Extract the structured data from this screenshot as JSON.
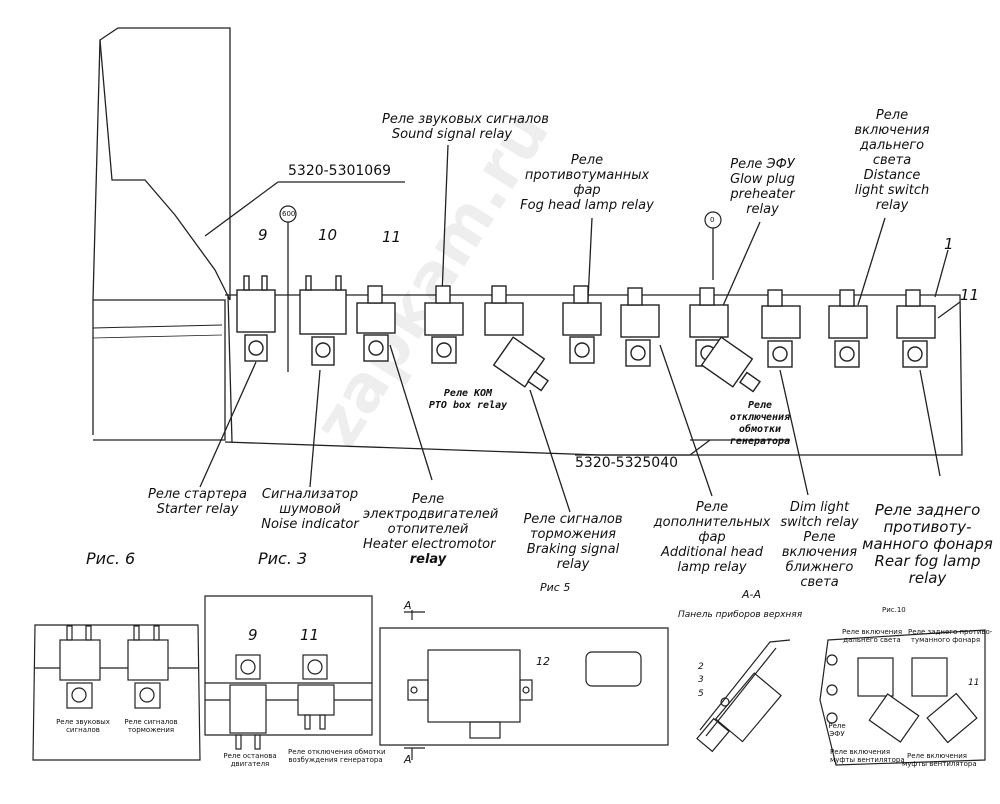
{
  "watermark": "zapkam.ru",
  "part_numbers": {
    "top": "5320-5301069",
    "bottom": "5320-5325040"
  },
  "callout_numbers": {
    "n9": "9",
    "n10": "10",
    "n11": "11",
    "n1": "1",
    "n11_right": "11",
    "circle_600": "600",
    "circle_0": "0"
  },
  "labels": {
    "sound_signal": {
      "ru": "Реле звуковых сигналов",
      "en": "Sound signal relay"
    },
    "fog_head": {
      "ru1": "Реле",
      "ru2": "противотуманных",
      "ru3": "фар",
      "en": "Fog head lamp relay"
    },
    "glow_plug": {
      "ru": "Реле ЭФУ",
      "en1": "Glow plug",
      "en2": "preheater",
      "en3": "relay"
    },
    "distance": {
      "ru1": "Реле",
      "ru2": "включения",
      "ru3": "дальнего",
      "ru4": "света",
      "en1": "Distance",
      "en2": "light switch",
      "en3": "relay"
    },
    "pto": {
      "ru": "Реле КОМ",
      "en": "PTO box relay"
    },
    "gen_cutoff": {
      "ru1": "Реле",
      "ru2": "отключения",
      "ru3": "обмотки",
      "ru4": "генератора"
    },
    "starter": {
      "ru": "Реле стартера",
      "en": "Starter relay"
    },
    "noise": {
      "ru1": "Сигнализатор",
      "ru2": "шумовой",
      "en": "Noise indicator"
    },
    "heater": {
      "ru1": "Реле",
      "ru2": "электродвигателей",
      "ru3": "отопителей",
      "en1": "Heater electromotor",
      "en2": "relay"
    },
    "braking": {
      "ru1": "Реле сигналов",
      "ru2": "торможения",
      "en1": "Braking signal",
      "en2": "relay"
    },
    "additional": {
      "ru1": "Реле",
      "ru2": "дополнительных",
      "ru3": "фар",
      "en1": "Additional head",
      "en2": "lamp relay"
    },
    "dim": {
      "en1": "Dim light",
      "en2": "switch relay",
      "ru1": "Реле",
      "ru2": "включения",
      "ru3": "ближнего",
      "ru4": "света"
    },
    "rear_fog": {
      "ru1": "Реле заднего",
      "ru2": "противоту-",
      "ru3": "манного фонаря",
      "en1": "Rear fog lamp",
      "en2": "relay"
    }
  },
  "figures": {
    "fig6": "Рис. 6",
    "fig3": "Рис. 3",
    "fig5": "Рис 5",
    "fig6_sound": [
      "Реле звуковых",
      "сигналов"
    ],
    "fig6_brake": [
      "Реле сигналов",
      "торможения"
    ],
    "fig3_n9": "9",
    "fig3_n11": "11",
    "fig3_stop": [
      "Реле останова",
      "двигателя"
    ],
    "fig3_gen": [
      "Реле отключения обмотки",
      "возбуждения генератора"
    ],
    "fig5_section": "A",
    "fig5_n12": "12",
    "aa_title": "А-А",
    "aa_panel": "Панель приборов верхняя",
    "aa_n2": "2",
    "aa_n3": "3",
    "aa_n5": "5",
    "fig10": "Рис.10",
    "fig10_n11": "11",
    "fig10_tl": [
      "Реле включения",
      "дальнего света"
    ],
    "fig10_tr": [
      "Реле заднего противо-",
      "туманного фонаря"
    ],
    "fig10_bl": [
      "Реле включения",
      "муфты вентилятора"
    ],
    "fig10_br": [
      "Реле включения",
      "муфты вентилятора"
    ],
    "fig10_side": [
      "Реле",
      "ЭФУ"
    ]
  }
}
